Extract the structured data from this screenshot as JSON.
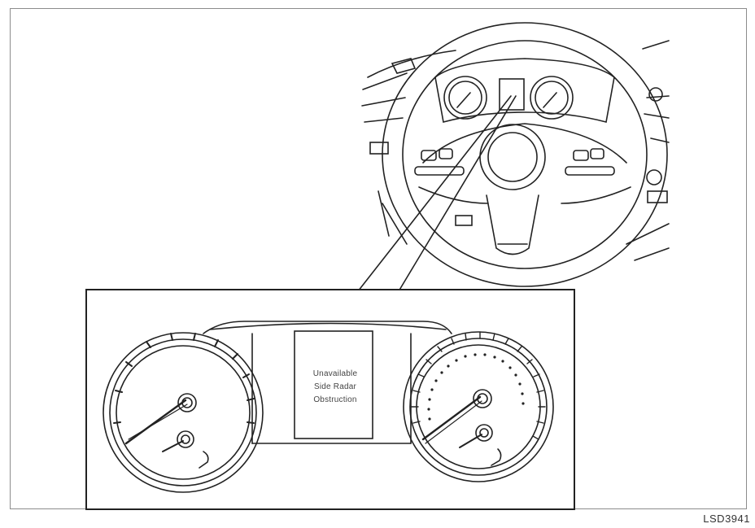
{
  "display": {
    "line1": "Unavailable",
    "line2": "Side Radar",
    "line3": "Obstruction"
  },
  "figure": {
    "code": "LSD3941"
  },
  "colors": {
    "line": "#222222",
    "frame": "#8c8c8c",
    "background": "#ffffff"
  }
}
